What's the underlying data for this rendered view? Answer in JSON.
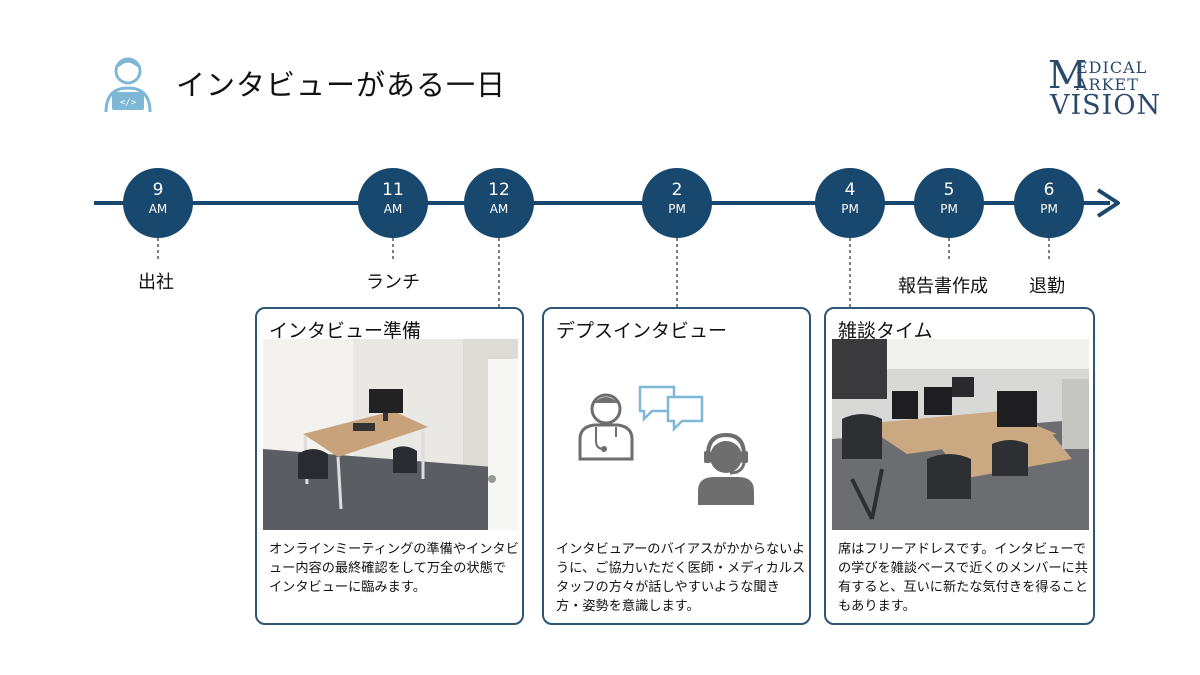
{
  "header": {
    "title": "インタビューがある一日",
    "logo": {
      "line1": "EDICAL",
      "line2": "ARKET",
      "line3": "VISION",
      "initial": "M"
    }
  },
  "timeline": [
    {
      "num": "9",
      "period": "AM",
      "event": "出社"
    },
    {
      "num": "11",
      "period": "AM",
      "event": "ランチ"
    },
    {
      "num": "12",
      "period": "AM",
      "event": ""
    },
    {
      "num": "2",
      "period": "PM",
      "event": ""
    },
    {
      "num": "4",
      "period": "PM",
      "event": ""
    },
    {
      "num": "5",
      "period": "PM",
      "event": "報告書作成"
    },
    {
      "num": "6",
      "period": "PM",
      "event": "退勤"
    }
  ],
  "cards": [
    {
      "title": "インタビュー準備",
      "description": "オンラインミーティングの準備やインタビュー内容の最終確認をして万全の状態でインタビューに臨みます。"
    },
    {
      "title": "デプスインタビュー",
      "description": "インタビュアーのバイアスがかからないように、ご協力いただく医師・メディカルスタッフの方々が話しやすいような聞き方・姿勢を意識します。"
    },
    {
      "title": "雑談タイム",
      "description": "席はフリーアドレスです。インタビューでの学びを雑談ベースで近くのメンバーに共有すると、互いに新たな気付きを得ることもあります。"
    }
  ],
  "colors": {
    "accent": "#19486e",
    "border": "#2d5575",
    "icon_blue": "#7fb8d6",
    "icon_gray": "#6e6e6e"
  },
  "icons": [
    "person-laptop-icon",
    "doctor-icon",
    "chat-bubbles-icon",
    "headset-operator-icon",
    "arrow-right-icon"
  ]
}
